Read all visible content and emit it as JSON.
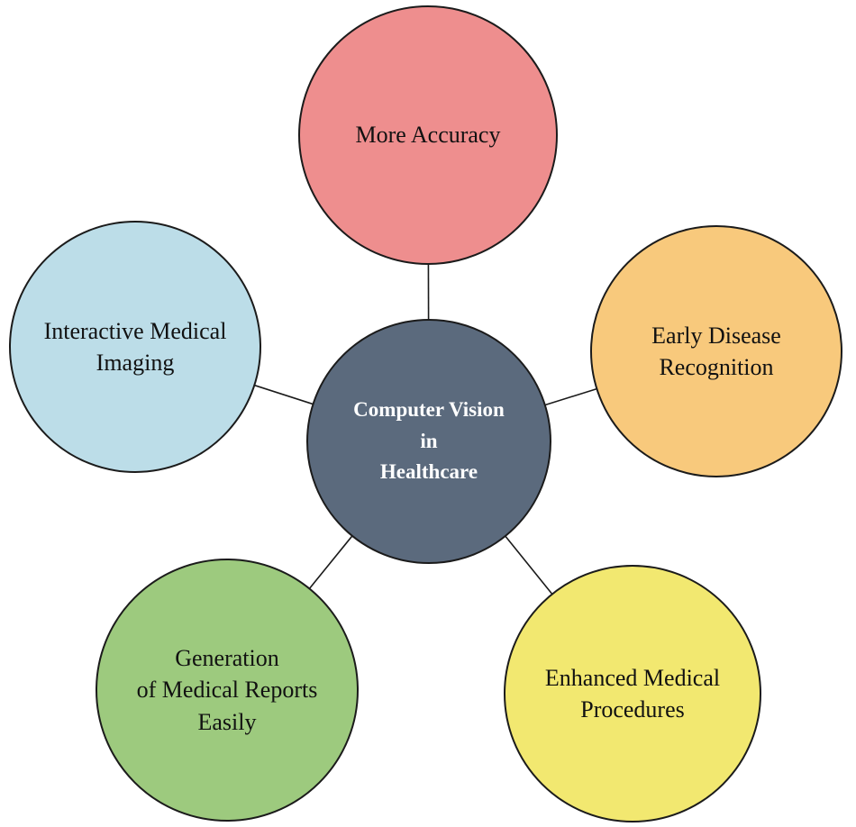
{
  "diagram": {
    "center_node": {
      "label": "Computer Vision\nin\nHealthcare",
      "color": "#5b6a7d",
      "text_color": "#ffffff"
    },
    "nodes": [
      {
        "id": "more-accuracy",
        "label": "More Accuracy",
        "color": "#ee8e8e"
      },
      {
        "id": "early-disease-recognition",
        "label": "Early Disease\nRecognition",
        "color": "#f8c97c"
      },
      {
        "id": "enhanced-medical-procedures",
        "label": "Enhanced Medical\nProcedures",
        "color": "#f2e870"
      },
      {
        "id": "generation-of-medical-reports-easily",
        "label": "Generation\nof Medical Reports\nEasily",
        "color": "#9dca7e"
      },
      {
        "id": "interactive-medical-imaging",
        "label": "Interactive Medical\nImaging",
        "color": "#bcdde8"
      }
    ],
    "line_color": "#1a1a1a"
  }
}
